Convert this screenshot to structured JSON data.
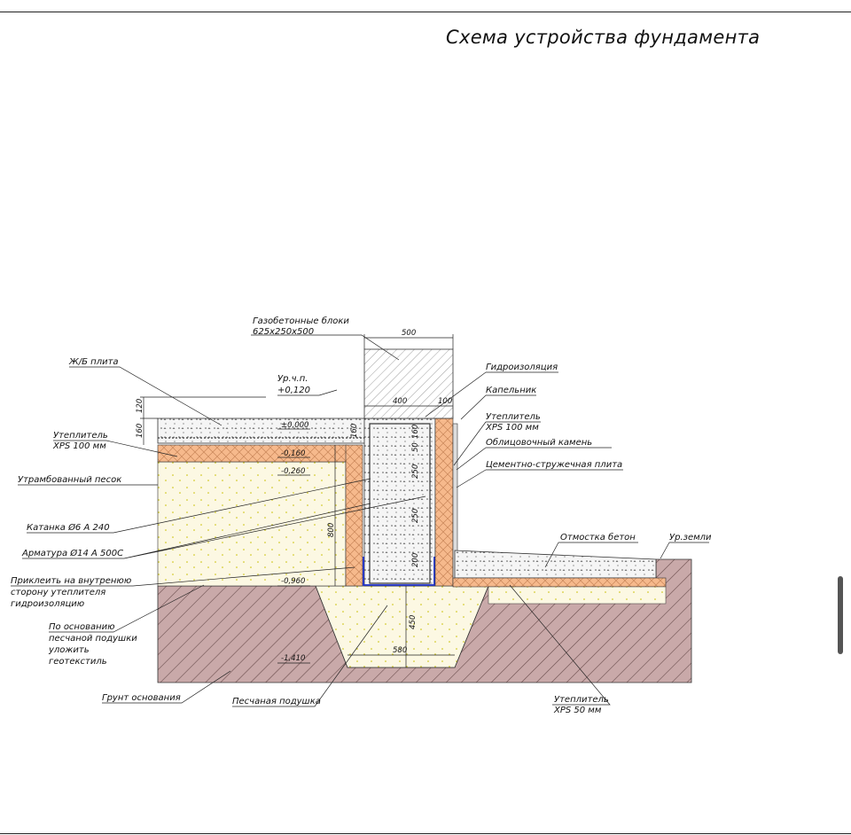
{
  "title": "Схема устройства фундамента",
  "labels": {
    "aerated_blocks_1": "Газобетонные блоки",
    "aerated_blocks_2": "625х250х500",
    "rc_slab": "Ж/Б плита",
    "floor_level_1": "Ур.ч.п.",
    "floor_level_2": "+0,120",
    "waterproofing": "Гидроизоляция",
    "drip": "Капельник",
    "insulation_right_1": "Утеплитель",
    "insulation_right_2": "XPS 100 мм",
    "facing_stone": "Облицовочный камень",
    "cement_board": "Цементно-стружечная плита",
    "insulation_left_1": "Утеплитель",
    "insulation_left_2": "XPS 100 мм",
    "compacted_sand": "Утрамбованный песок",
    "wire_rod": "Катанка Ø6 А 240",
    "rebar": "Арматура Ø14 А 500С",
    "glue_1": "Приклеить на внутренюю",
    "glue_2": "сторону утеплителя",
    "glue_3": "гидроизоляцию",
    "geotextile_1": "По основанию",
    "geotextile_2": "песчаной подушки",
    "geotextile_3": "уложить",
    "geotextile_4": "геотекстиль",
    "ground_base": "Грунт основания",
    "sand_cushion": "Песчаная подушка",
    "blind_area": "Отмостка бетон",
    "ground_level": "Ур.земли",
    "insulation_bottom_1": "Утеплитель",
    "insulation_bottom_2": "XPS 50 мм"
  },
  "dimensions": {
    "d500": "500",
    "d400": "400",
    "d100": "100",
    "d120": "120",
    "d160_left": "160",
    "d160_wall": "160",
    "d800": "800",
    "d450": "450",
    "d580": "580",
    "d50": "50",
    "d150": "160",
    "d250a": "250",
    "d250b": "250",
    "d200": "200",
    "lvl_000": "±0,000",
    "lvl_0160": "-0,160",
    "lvl_0260": "-0,260",
    "lvl_0960": "-0,960",
    "lvl_1410": "-1,410"
  },
  "colors": {
    "insulation": "#f6b98c",
    "sand": "#fcf8e3",
    "soil": "#c9a9a9",
    "line": "#111111",
    "rebar_blue": "#2233cc"
  }
}
